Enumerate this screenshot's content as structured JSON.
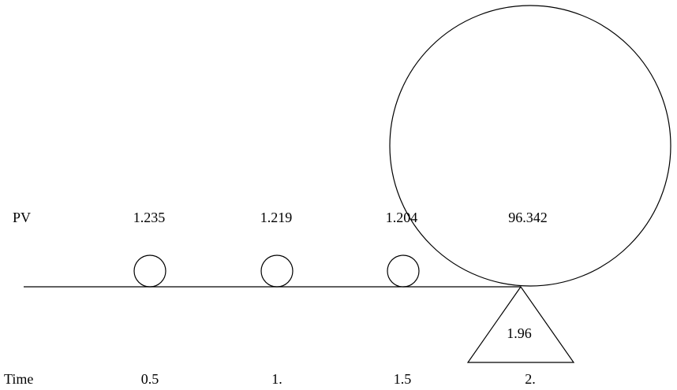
{
  "row_labels": {
    "pv": "PV",
    "time": "Time"
  },
  "cash_flows": [
    {
      "time": 0.5,
      "time_label": "0.5",
      "pv": 1.235,
      "pv_label": "1.235"
    },
    {
      "time": 1.0,
      "time_label": "1.",
      "pv": 1.219,
      "pv_label": "1.219"
    },
    {
      "time": 1.5,
      "time_label": "1.5",
      "pv": 1.204,
      "pv_label": "1.204"
    },
    {
      "time": 2.0,
      "time_label": "2.",
      "pv": 96.342,
      "pv_label": "96.342"
    }
  ],
  "fulcrum": {
    "label": "1.96",
    "value": 1.96
  },
  "colors": {
    "stroke": "#000000",
    "background": "#ffffff"
  }
}
